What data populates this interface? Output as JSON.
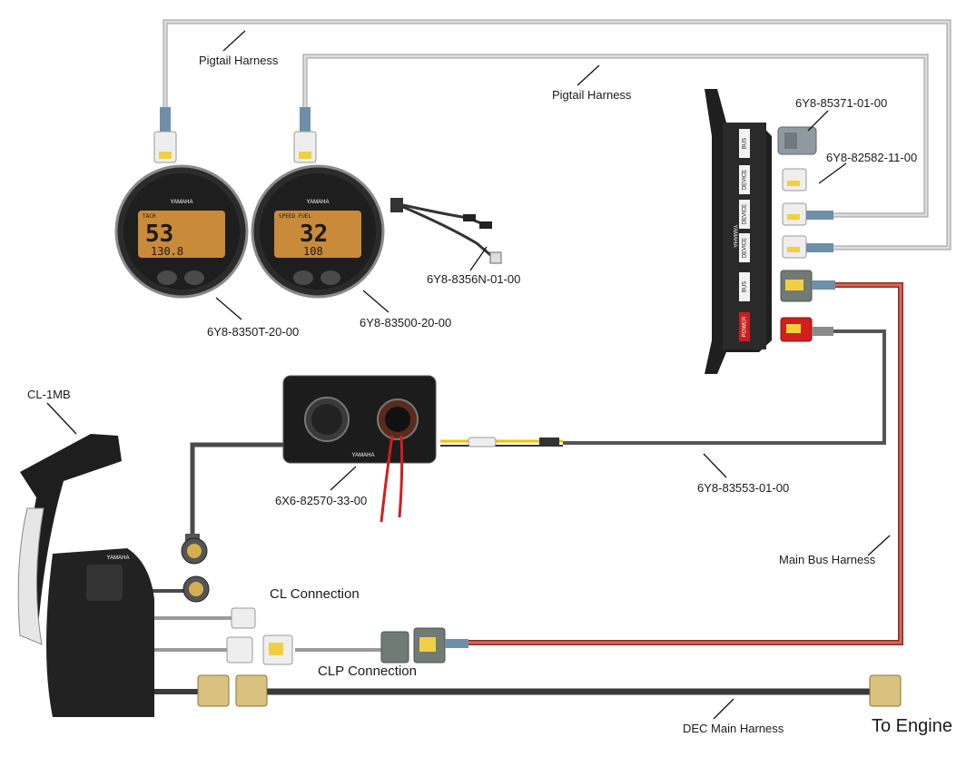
{
  "labels": {
    "pigtail_1": "Pigtail Harness",
    "pigtail_2": "Pigtail Harness",
    "p_85371": "6Y8-85371-01-00",
    "p_82582": "6Y8-82582-11-00",
    "p_8356N": "6Y8-8356N-01-00",
    "p_8350T": "6Y8-8350T-20-00",
    "p_83500": "6Y8-83500-20-00",
    "cl_1mb": "CL-1MB",
    "p_82570": "6X6-82570-33-00",
    "p_83553": "6Y8-83553-01-00",
    "main_bus": "Main Bus Harness",
    "cl_conn": "CL Connection",
    "clp_conn": "CLP Connection",
    "dec_main": "DEC Main Harness",
    "to_engine": "To Engine"
  },
  "hub_ports": [
    "BUS",
    "DEVICE",
    "DEVICE",
    "DEVICE",
    "BUS",
    "POWER"
  ],
  "hub_brand": "YAMAHA",
  "gauges": {
    "brand": "YAMAHA",
    "tach": {
      "title": "TACH",
      "big": "53",
      "small": "130.8"
    },
    "speed": {
      "title": "SPEED  FUEL",
      "big": "32",
      "small": "108"
    }
  },
  "switch_brand": "YAMAHA",
  "control_brand": "YAMAHA",
  "colors": {
    "harness_gray": "#c4c4c4",
    "harness_dark": "#4a4a4a",
    "main_bus_red": "#c0392b",
    "power_red": "#d21e1e",
    "yellow_wire": "#f2c200",
    "lcd_amber": "#c98a3a"
  },
  "icons": [
    "pigtail-connector-icon",
    "hub-icon",
    "gauge-icon",
    "switch-panel-icon",
    "binnacle-control-icon",
    "dec-connector-icon"
  ]
}
